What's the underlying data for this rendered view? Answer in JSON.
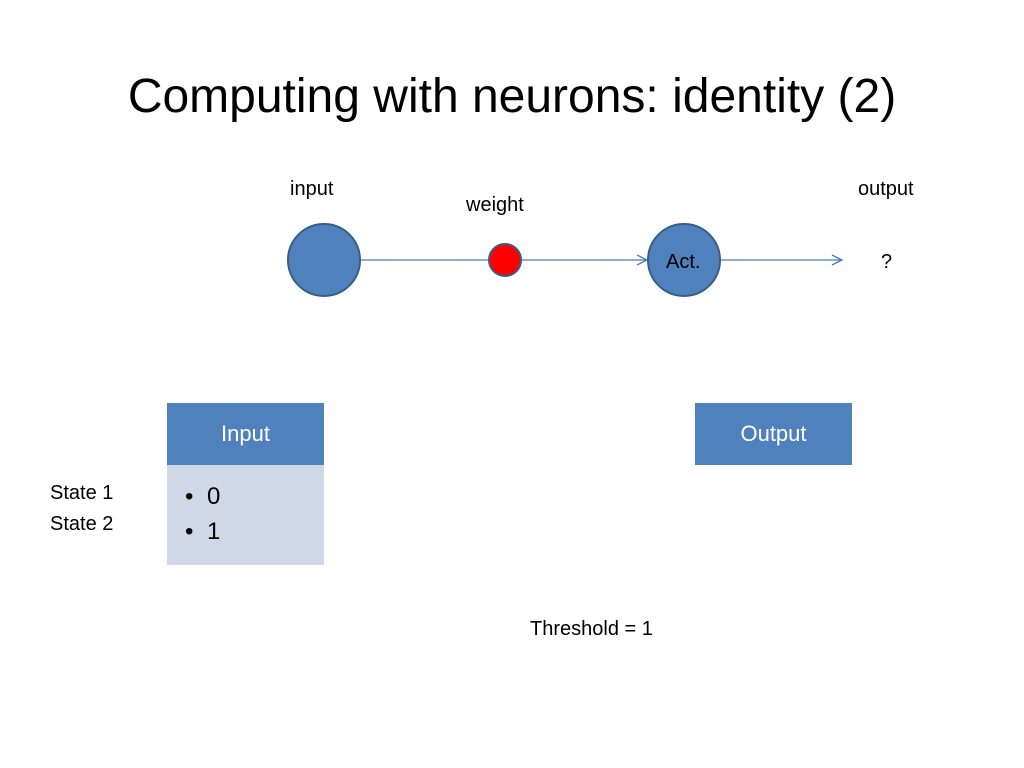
{
  "slide": {
    "title": "Computing with neurons: identity (2)"
  },
  "diagram": {
    "input_label": "input",
    "weight_label": "weight",
    "output_label": "output",
    "activation_node_label": "Act.",
    "output_value": "?",
    "threshold_text": "Threshold = 1",
    "colors": {
      "node_fill": "#4f81bd",
      "node_stroke": "#385d8a",
      "weight_fill": "#ff0000",
      "edge": "#4a7ebb"
    }
  },
  "state_labels": [
    "State 1",
    "State 2"
  ],
  "input_table": {
    "header": "Input",
    "values": [
      "0",
      "1"
    ]
  },
  "output_table": {
    "header": "Output"
  }
}
